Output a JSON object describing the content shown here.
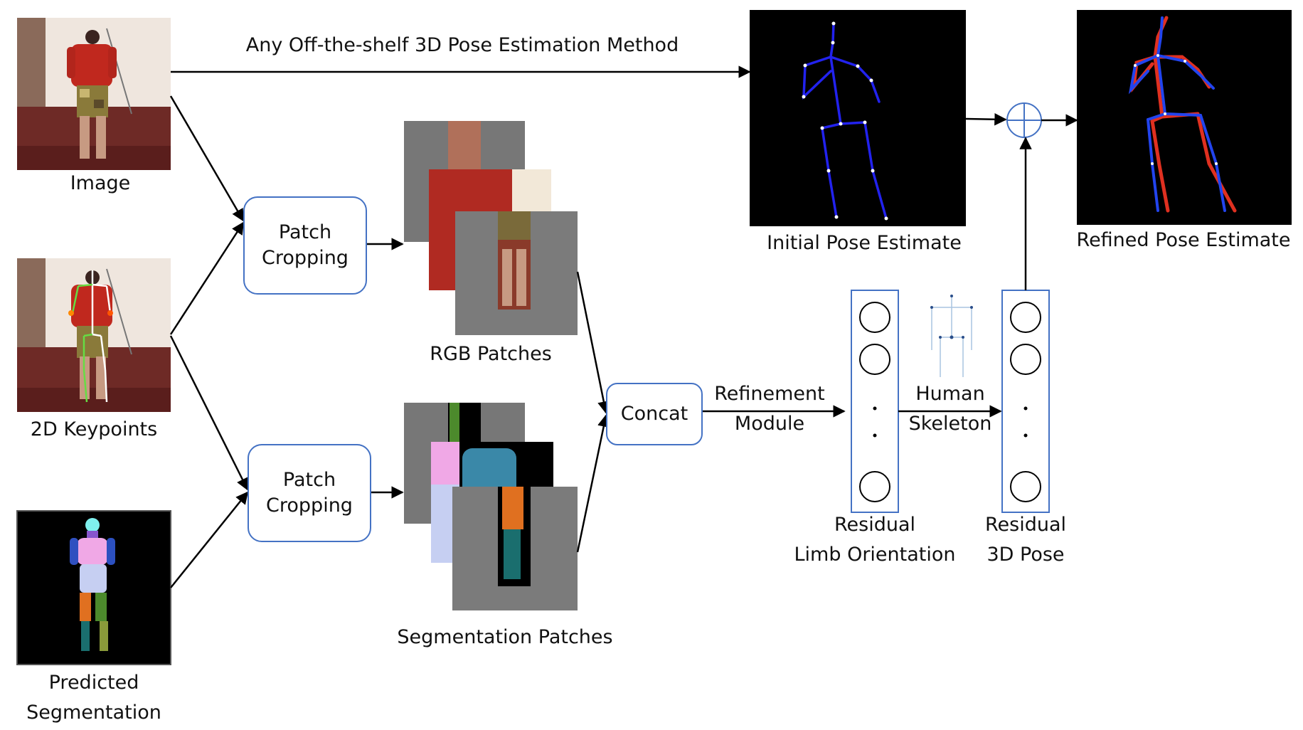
{
  "inputs": {
    "image_label": "Image",
    "keypoints_label": "2D Keypoints",
    "segmentation_label_line1": "Predicted",
    "segmentation_label_line2": "Segmentation"
  },
  "top_arrow_label": "Any Off-the-shelf 3D Pose Estimation Method",
  "patch_cropping_top": {
    "line1": "Patch",
    "line2": "Cropping"
  },
  "patch_cropping_bottom": {
    "line1": "Patch",
    "line2": "Cropping"
  },
  "rgb_patches_label": "RGB Patches",
  "segmentation_patches_label": "Segmentation Patches",
  "concat_label": "Concat",
  "refinement_label_line1": "Refinement",
  "refinement_label_line2": "Module",
  "residual_limb_line1": "Residual",
  "residual_limb_line2": "Limb Orientation",
  "human_skeleton_line1": "Human",
  "human_skeleton_line2": "Skeleton",
  "residual_pose_line1": "Residual",
  "residual_pose_line2": "3D Pose",
  "initial_pose_label": "Initial Pose Estimate",
  "refined_pose_label": "Refined Pose Estimate",
  "colors": {
    "box_border": "#4472c4",
    "initial_skeleton": "#2222ee",
    "refined_skeleton_red": "#e03020",
    "body_red": "#b02020",
    "floor": "#6e2a26"
  }
}
